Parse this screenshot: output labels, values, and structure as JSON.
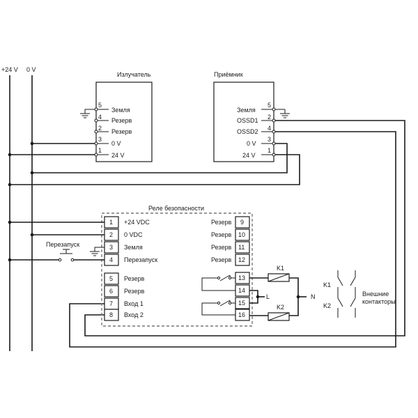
{
  "rails": {
    "plus24": "+24 V",
    "zero": "0 V"
  },
  "emitter": {
    "title": "Излучатель",
    "pins": [
      {
        "num": "5",
        "label": "Земля"
      },
      {
        "num": "4",
        "label": "Резерв"
      },
      {
        "num": "2",
        "label": "Резерв"
      },
      {
        "num": "3",
        "label": "0 V"
      },
      {
        "num": "1",
        "label": "24 V"
      }
    ]
  },
  "receiver": {
    "title": "Приёмник",
    "pins": [
      {
        "num": "5",
        "label": "Земля"
      },
      {
        "num": "2",
        "label": "OSSD1"
      },
      {
        "num": "4",
        "label": "OSSD2"
      },
      {
        "num": "3",
        "label": "0 V"
      },
      {
        "num": "1",
        "label": "24 V"
      }
    ]
  },
  "relay": {
    "title": "Реле безопасности",
    "left_terms": [
      {
        "num": "1",
        "label": "+24 VDC"
      },
      {
        "num": "2",
        "label": "0 VDC"
      },
      {
        "num": "3",
        "label": "Земля"
      },
      {
        "num": "4",
        "label": "Перезапуск"
      },
      {
        "num": "5",
        "label": "Резерв"
      },
      {
        "num": "6",
        "label": "Резерв"
      },
      {
        "num": "7",
        "label": "Вход 1"
      },
      {
        "num": "8",
        "label": "Вход 2"
      }
    ],
    "right_terms": [
      {
        "num": "9",
        "label": "Резерв"
      },
      {
        "num": "10",
        "label": "Резерв"
      },
      {
        "num": "11",
        "label": "Резерв"
      },
      {
        "num": "12",
        "label": "Резерв"
      },
      {
        "num": "13",
        "label": ""
      },
      {
        "num": "14",
        "label": ""
      },
      {
        "num": "15",
        "label": ""
      },
      {
        "num": "16",
        "label": ""
      }
    ]
  },
  "restart_label": "Перезапуск",
  "coils": {
    "k1": "K1",
    "k2": "K2"
  },
  "nodes": {
    "L": "L",
    "N": "N"
  },
  "contactors": {
    "k1": "K1",
    "k2": "K2",
    "label_line1": "Внешние",
    "label_line2": "контакторы"
  }
}
